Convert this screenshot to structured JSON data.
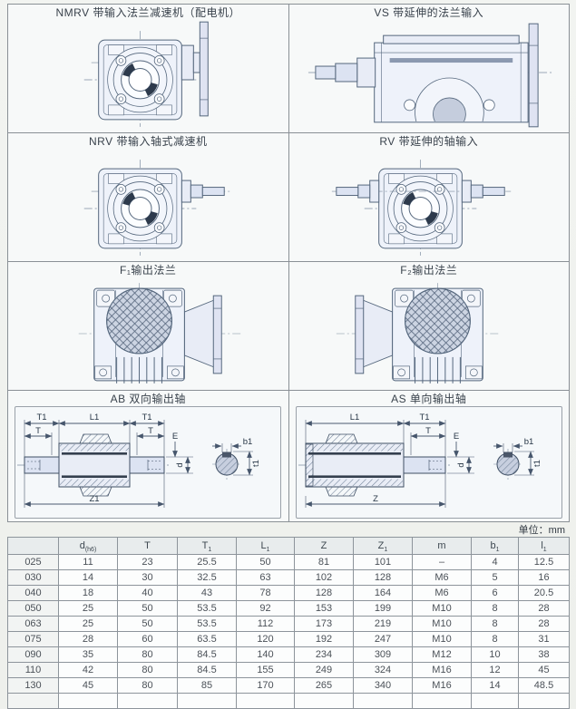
{
  "unit_note": "单位：mm",
  "panels": [
    {
      "id": "nmrv",
      "label": "NMRV 带输入法兰减速机（配电机）"
    },
    {
      "id": "vs",
      "label": "VS 带延伸的法兰输入"
    },
    {
      "id": "nrv",
      "label": "NRV 带输入轴式减速机"
    },
    {
      "id": "rv",
      "label": "RV 带延伸的轴输入"
    },
    {
      "id": "f1",
      "label": "F₁输出法兰"
    },
    {
      "id": "f2",
      "label": "F₂输出法兰"
    },
    {
      "id": "ab",
      "label": "AB 双向输出轴"
    },
    {
      "id": "as",
      "label": "AS 单向输出轴"
    }
  ],
  "dims": {
    "ab": {
      "t1_left": "T1",
      "l1": "L1",
      "t1_right": "T1",
      "t_left": "T",
      "t_right": "T",
      "e": "E",
      "d": "d",
      "z1": "Z1",
      "b1": "b1",
      "t1_key": "t1"
    },
    "as": {
      "l1": "L1",
      "t1": "T1",
      "t": "T",
      "e": "E",
      "d": "d",
      "z": "Z",
      "b1": "b1",
      "t1_key": "t1"
    }
  },
  "table": {
    "headers": [
      {
        "t": ""
      },
      {
        "t": "d",
        "s": "(h6)"
      },
      {
        "t": "T"
      },
      {
        "t": "T",
        "s": "1"
      },
      {
        "t": "L",
        "s": "1"
      },
      {
        "t": "Z"
      },
      {
        "t": "Z",
        "s": "1"
      },
      {
        "t": "m"
      },
      {
        "t": "b",
        "s": "1"
      },
      {
        "t": "l",
        "s": "1"
      }
    ],
    "rows": [
      [
        "025",
        "11",
        "23",
        "25.5",
        "50",
        "81",
        "101",
        "–",
        "4",
        "12.5"
      ],
      [
        "030",
        "14",
        "30",
        "32.5",
        "63",
        "102",
        "128",
        "M6",
        "5",
        "16"
      ],
      [
        "040",
        "18",
        "40",
        "43",
        "78",
        "128",
        "164",
        "M6",
        "6",
        "20.5"
      ],
      [
        "050",
        "25",
        "50",
        "53.5",
        "92",
        "153",
        "199",
        "M10",
        "8",
        "28"
      ],
      [
        "063",
        "25",
        "50",
        "53.5",
        "112",
        "173",
        "219",
        "M10",
        "8",
        "28"
      ],
      [
        "075",
        "28",
        "60",
        "63.5",
        "120",
        "192",
        "247",
        "M10",
        "8",
        "31"
      ],
      [
        "090",
        "35",
        "80",
        "84.5",
        "140",
        "234",
        "309",
        "M12",
        "10",
        "38"
      ],
      [
        "110",
        "42",
        "80",
        "84.5",
        "155",
        "249",
        "324",
        "M16",
        "12",
        "45"
      ],
      [
        "130",
        "45",
        "80",
        "85",
        "170",
        "265",
        "340",
        "M16",
        "14",
        "48.5"
      ],
      [
        "",
        "",
        "",
        "",
        "",
        "",
        "",
        "",
        "",
        ""
      ]
    ]
  },
  "colors": {
    "drawing_line": "#55677d",
    "drawing_fill": "#dce3f2",
    "panel_bg": "#f7f9f9",
    "table_border": "#8d949b",
    "header_bg": "#e8eced",
    "key_dark": "#2d3a4c"
  }
}
